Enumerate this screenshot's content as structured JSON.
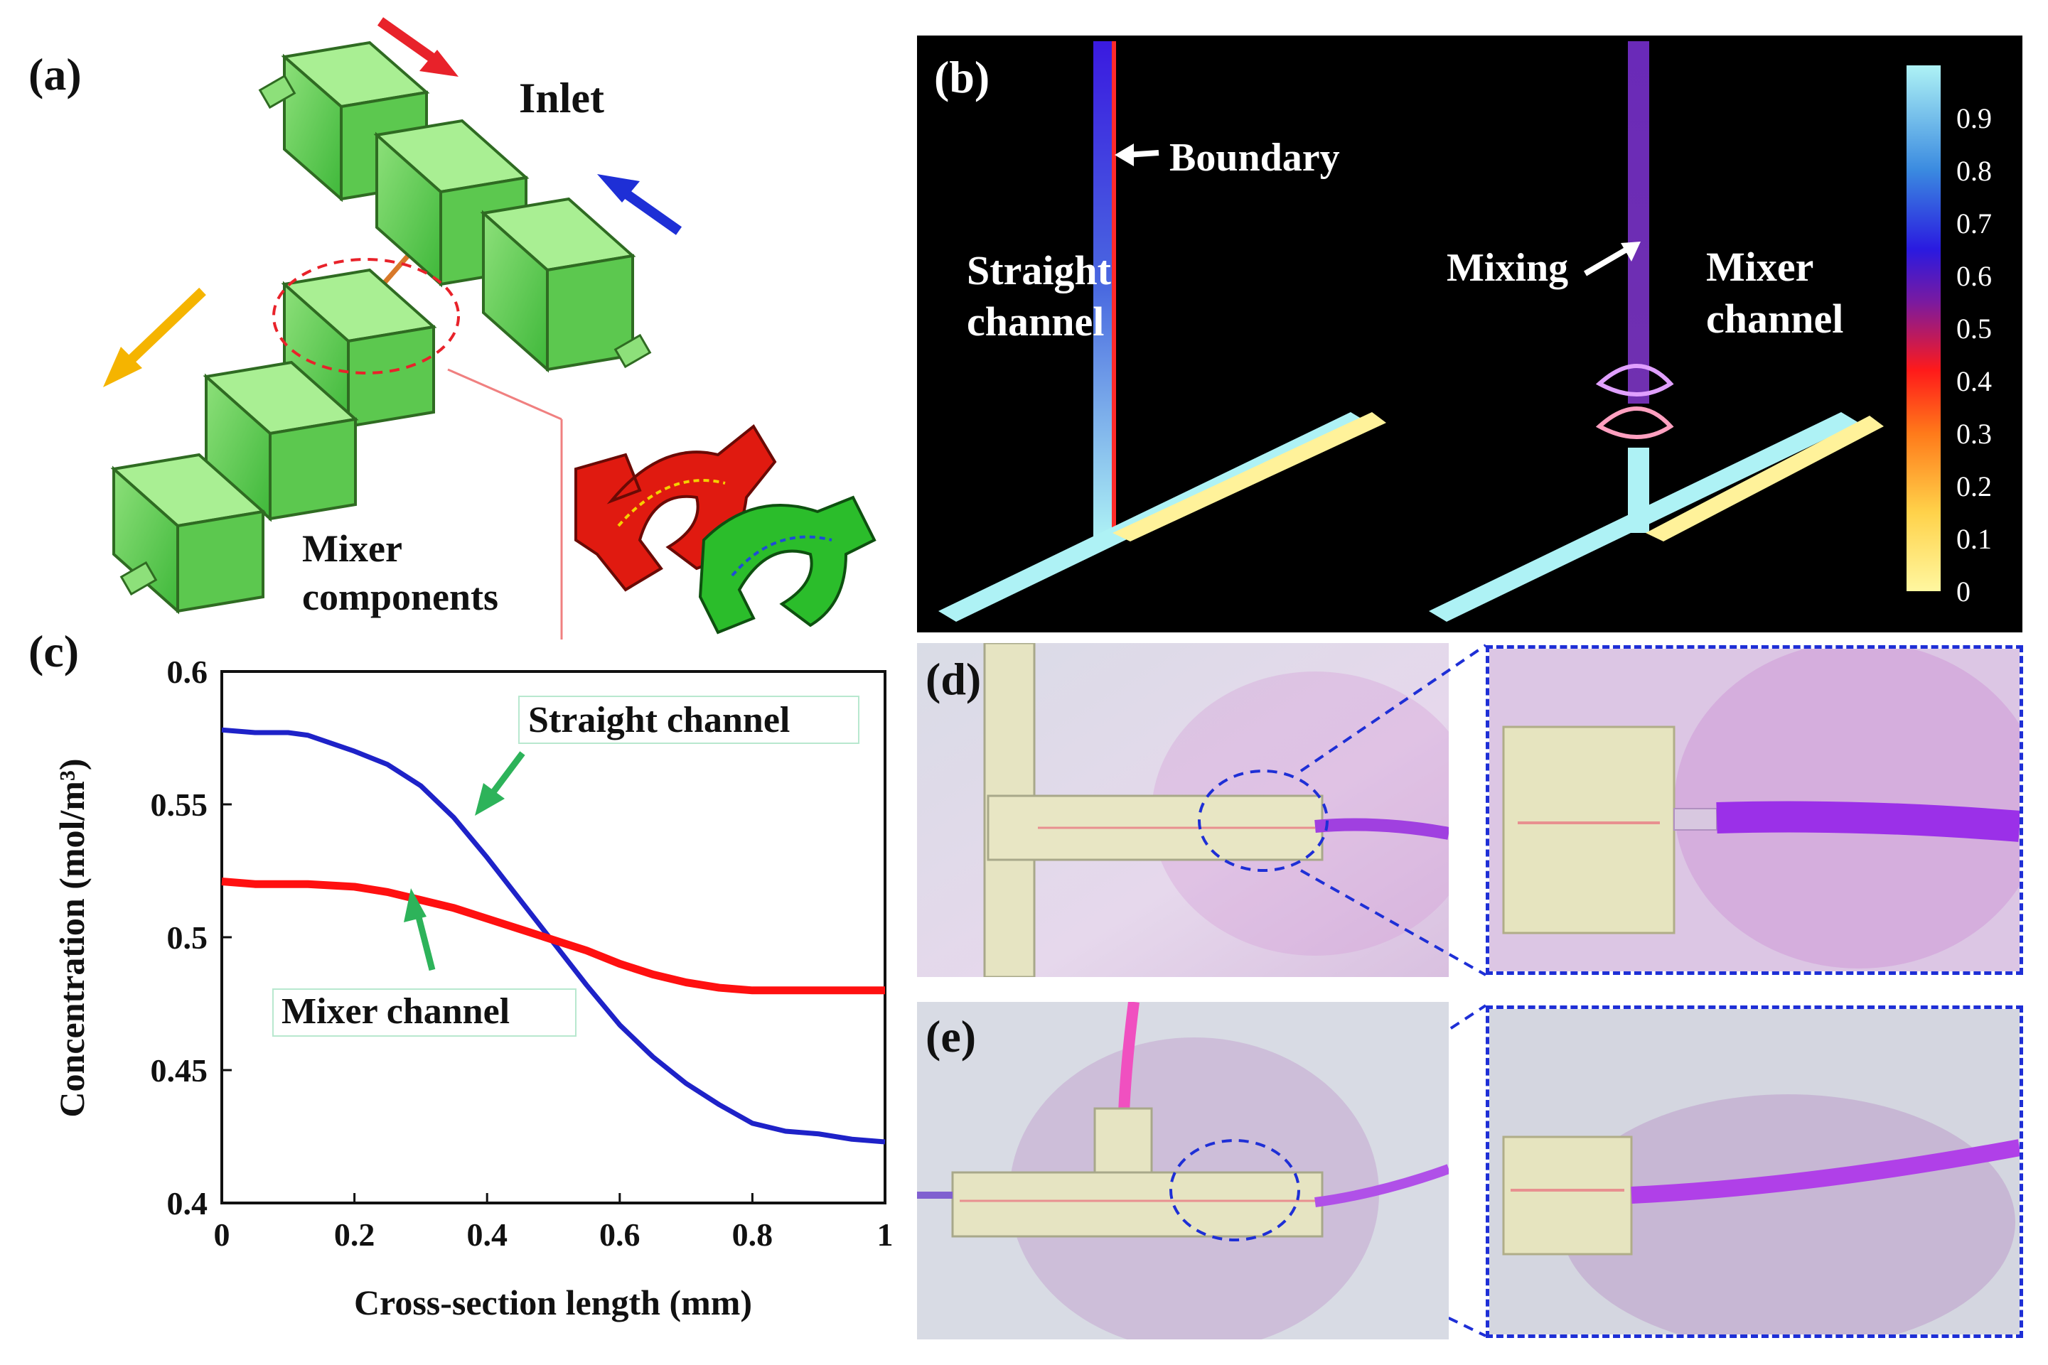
{
  "panels": {
    "a": {
      "label": "(a)",
      "inlet_text": "Inlet",
      "components_line1": "Mixer",
      "components_line2": "components",
      "arrow_colors": {
        "red": "#e8222a",
        "blue": "#1e2fd6",
        "orange": "#f5b400"
      }
    },
    "b": {
      "label": "(b)",
      "boundary_text": "Boundary",
      "mixing_text": "Mixing",
      "straight_line1": "Straight",
      "straight_line2": "channel",
      "mixer_line1": "Mixer",
      "mixer_line2": "channel",
      "colorbar_ticks": [
        "0.9",
        "0.8",
        "0.7",
        "0.6",
        "0.5",
        "0.4",
        "0.3",
        "0.2",
        "0.1",
        "0"
      ]
    },
    "c": {
      "label": "(c)"
    },
    "d": {
      "label": "(d)"
    },
    "e": {
      "label": "(e)"
    }
  },
  "chart_data": {
    "type": "line",
    "xlabel": "Cross-section length (mm)",
    "ylabel": "Concentration (mol/m³)",
    "xlim": [
      0,
      1
    ],
    "ylim": [
      0.4,
      0.6
    ],
    "xticks": [
      "0",
      "0.2",
      "0.4",
      "0.6",
      "0.8",
      "1"
    ],
    "yticks": [
      "0.4",
      "0.45",
      "0.5",
      "0.55",
      "0.6"
    ],
    "x": [
      0,
      0.05,
      0.1,
      0.13,
      0.2,
      0.25,
      0.3,
      0.35,
      0.4,
      0.45,
      0.5,
      0.55,
      0.6,
      0.65,
      0.7,
      0.75,
      0.8,
      0.85,
      0.9,
      0.95,
      1.0
    ],
    "series": [
      {
        "name": "Straight channel",
        "color": "#1e22c8",
        "values": [
          0.578,
          0.577,
          0.577,
          0.576,
          0.57,
          0.565,
          0.557,
          0.545,
          0.53,
          0.514,
          0.498,
          0.482,
          0.467,
          0.455,
          0.445,
          0.437,
          0.43,
          0.427,
          0.426,
          0.424,
          0.423
        ]
      },
      {
        "name": "Mixer channel",
        "color": "#ff1010",
        "values": [
          0.521,
          0.52,
          0.52,
          0.52,
          0.519,
          0.517,
          0.514,
          0.511,
          0.507,
          0.503,
          0.499,
          0.495,
          0.49,
          0.486,
          0.483,
          0.481,
          0.48,
          0.48,
          0.48,
          0.48,
          0.48
        ]
      }
    ],
    "annotations": [
      "Straight channel",
      "Mixer channel"
    ]
  }
}
